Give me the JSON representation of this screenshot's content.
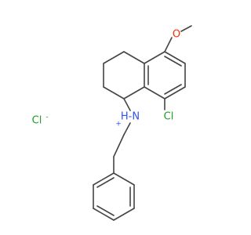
{
  "molecule": {
    "labels": {
      "oxygen": "O",
      "chlorine_aryl": "Cl",
      "ammonium": "H‑N",
      "ammonium_plus": "+",
      "chloride": "Cl",
      "chloride_minus": "-"
    },
    "colors": {
      "bond": "#444444",
      "oxygen": "#ff2a00",
      "nitrogen": "#3050f8",
      "chlorine": "#1fa01f"
    }
  }
}
